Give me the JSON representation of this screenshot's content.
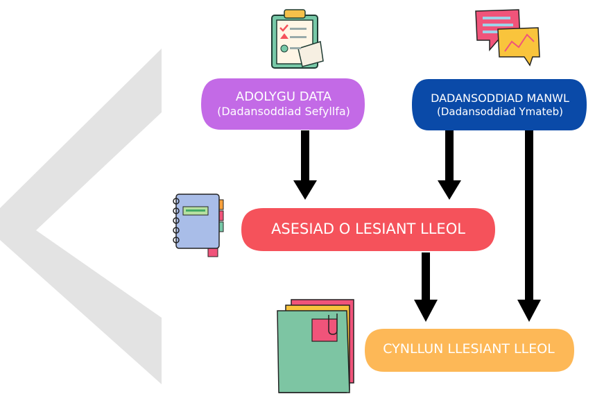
{
  "nodes": {
    "adolygu": {
      "title": "ADOLYGU DATA",
      "subtitle": "(Dadansoddiad Sefyllfa)",
      "color": "#c36ae6"
    },
    "dadansoddiad": {
      "title": "DADANSODDIAD MANWL",
      "subtitle": "(Dadansoddiad Ymateb)",
      "color": "#0a4aa8"
    },
    "asesiad": {
      "title": "ASESIAD O LESIANT LLEOL",
      "color": "#f5525b"
    },
    "cynllun": {
      "title": "CYNLLUN LLESIANT LLEOL",
      "color": "#fdb857"
    }
  },
  "icons": [
    "clipboard-checklist-icon",
    "speech-bubbles-chart-icon",
    "notebook-icon",
    "folders-icon"
  ],
  "arrow_color": "#000000",
  "background_shape_color": "#e3e3e3"
}
